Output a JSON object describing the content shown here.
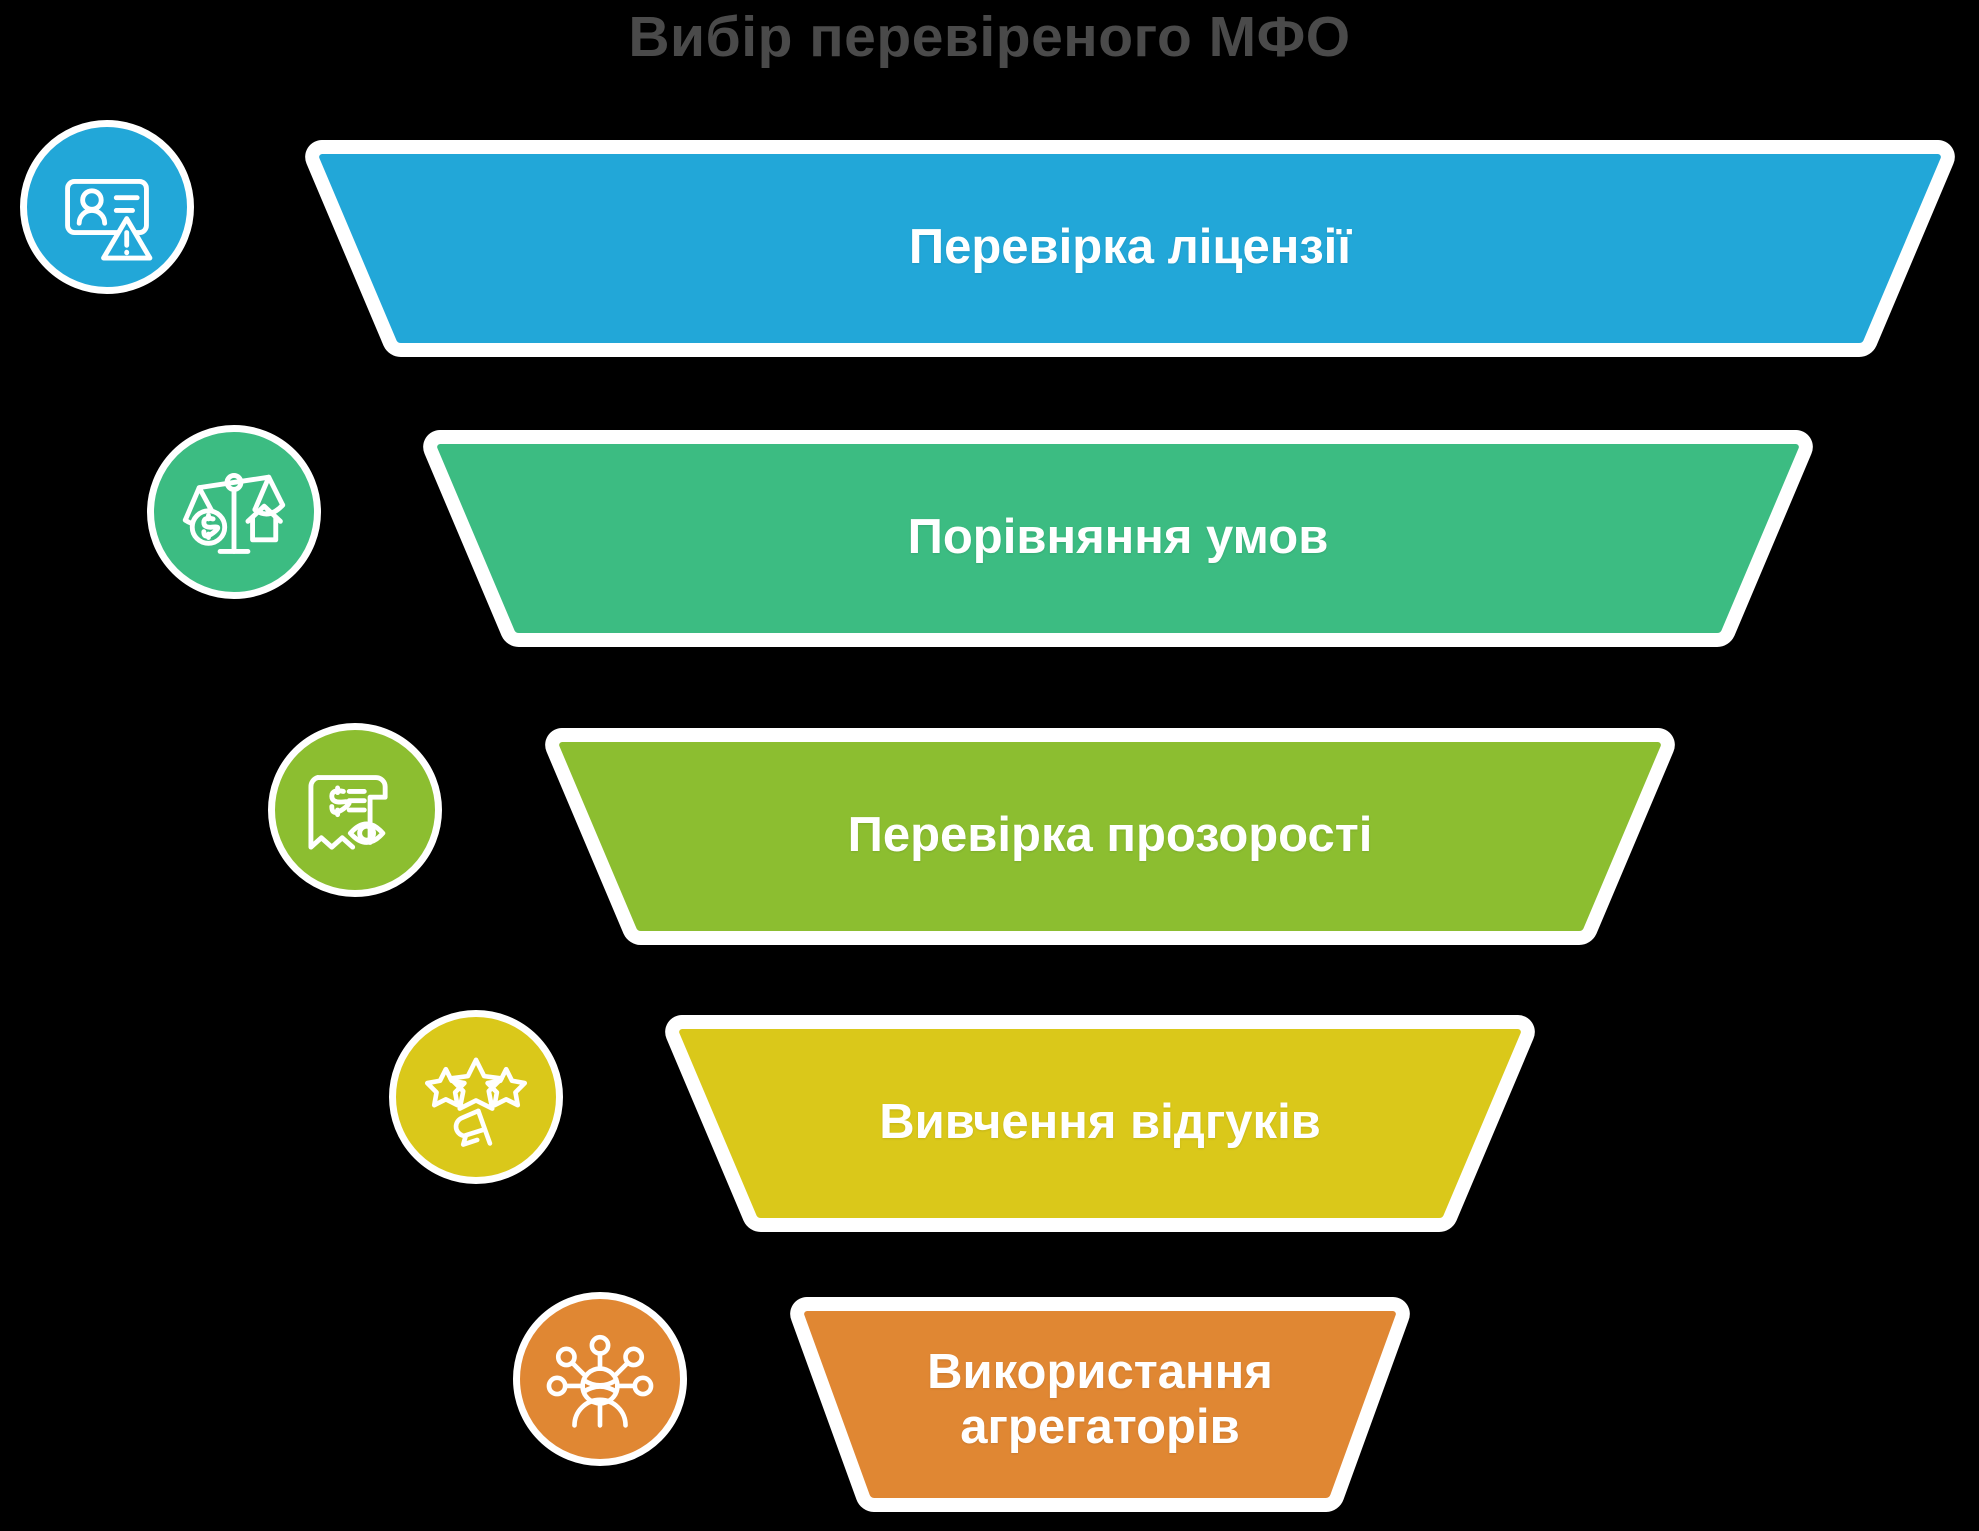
{
  "title": "Вибір перевіреного МФО",
  "title_color": "#4a4a4a",
  "background_color": "#000000",
  "outline_color": "#ffffff",
  "label_color": "#ffffff",
  "stages": [
    {
      "label": "Перевірка ліцензії",
      "color": "#22a7d8",
      "icon": "id-card-warning-icon",
      "order": "1"
    },
    {
      "label": "Порівняння умов",
      "color": "#3cbc82",
      "icon": "balance-scale-icon",
      "order": "2"
    },
    {
      "label": "Перевірка прозорості",
      "color": "#8cbe30",
      "icon": "receipt-eye-icon",
      "order": "3"
    },
    {
      "label": "Вивчення відгуків",
      "color": "#dac81a",
      "icon": "stars-megaphone-icon",
      "order": "4"
    },
    {
      "label": "Використання агрегаторів",
      "label_line1": "Використання",
      "label_line2": "агрегаторів",
      "color": "#e08733",
      "icon": "network-person-icon",
      "order": "5"
    }
  ]
}
